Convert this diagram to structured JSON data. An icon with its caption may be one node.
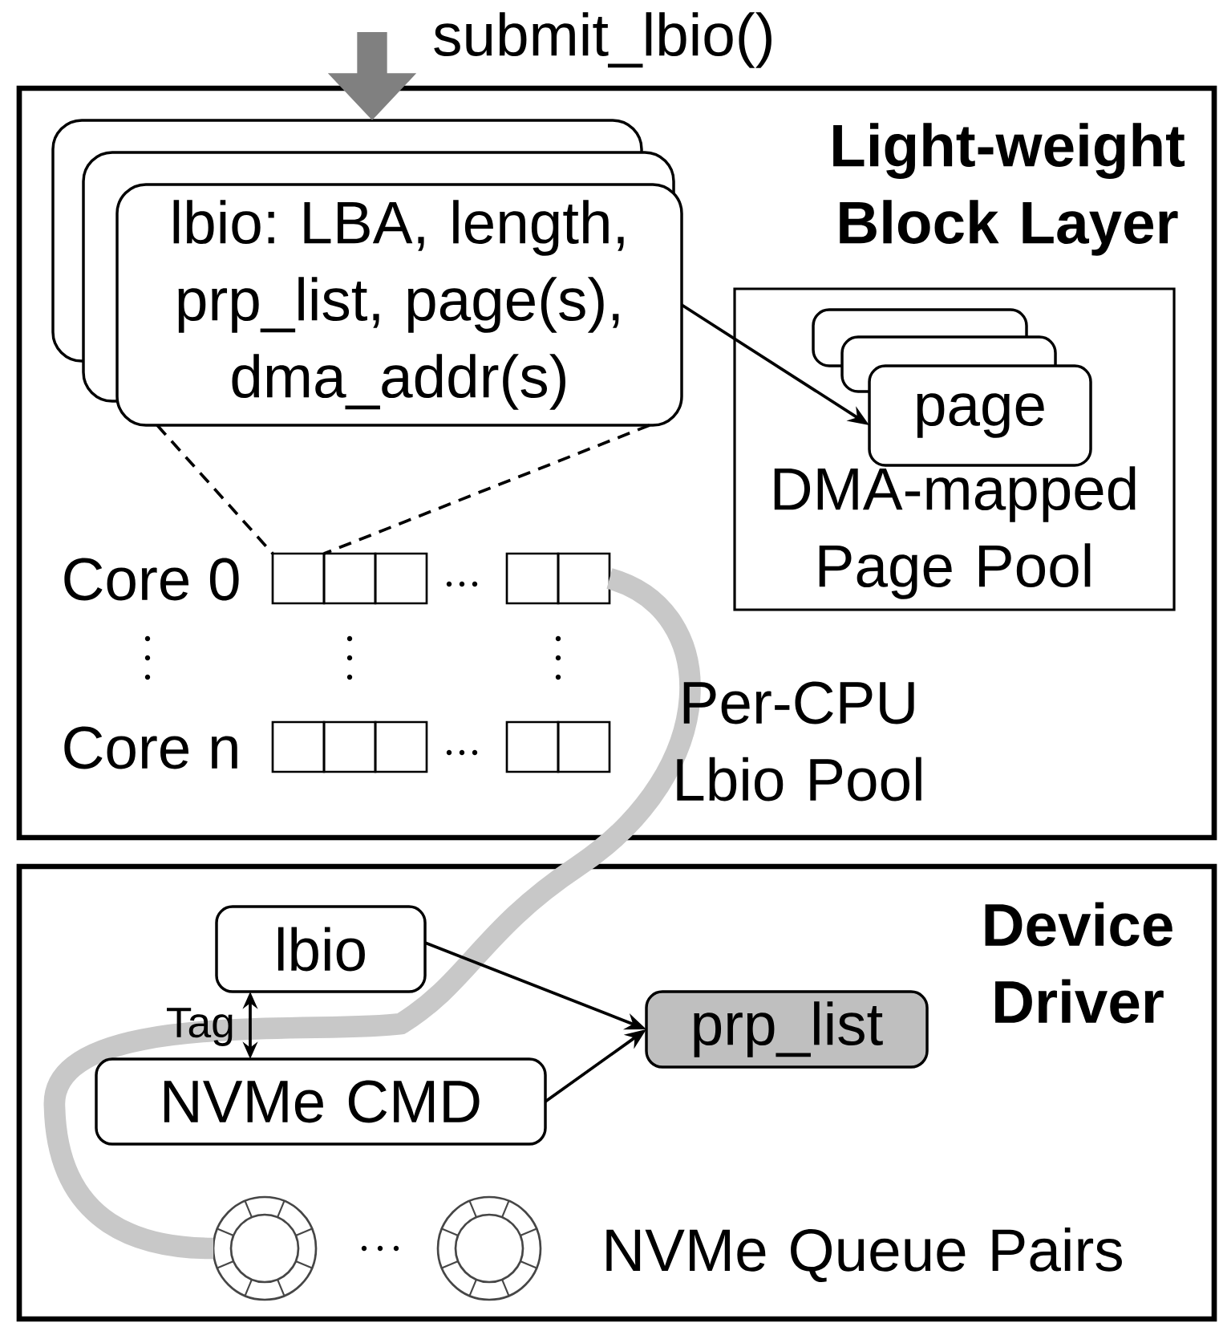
{
  "diagram": {
    "nodes": [
      {
        "text": [
          "Light-weight Block Layer"
        ]
      },
      {
        "text": [],
        "shape": "box",
        "in": 0
      },
      {
        "text": [],
        "shape": "box",
        "in": 0
      },
      {
        "text": [
          "lbio: LBA, length, prp_list, page(s), dma_addr(s)"
        ],
        "in": 0
      },
      {
        "text": [
          "DMA-mapped Page Pool"
        ],
        "in": 0
      },
      {
        "text": [],
        "shape": "box",
        "in": 4
      },
      {
        "text": [],
        "shape": "box",
        "in": 4
      },
      {
        "text": [
          "page"
        ],
        "in": 4
      },
      {
        "text": [],
        "shape": "box",
        "in": 0,
        "beside": [
          "Core 0"
        ]
      },
      {
        "text": [],
        "shape": "box",
        "in": 0,
        "beside": [
          "Core n"
        ]
      },
      {
        "text": [
          "Device Driver"
        ]
      },
      {
        "text": [
          "lbio"
        ],
        "in": 10
      },
      {
        "text": [
          "NVMe CMD"
        ],
        "in": 10
      },
      {
        "text": [
          "prp_list"
        ],
        "in": 10
      },
      {
        "text": [],
        "shape": "circle",
        "in": 10
      },
      {
        "text": [],
        "shape": "circle",
        "in": 10
      }
    ],
    "edges": [
      {
        "from": null,
        "to": 1,
        "arrow": "to",
        "label": "submit_lbio()",
        "style": "thick",
        "color": "#808080"
      },
      {
        "from": 3,
        "to": 7,
        "arrow": "to"
      },
      {
        "from": 3,
        "to": 8,
        "arrow": "none",
        "style": "dashed"
      },
      {
        "from": 3,
        "to": 8,
        "arrow": "none",
        "style": "dashed"
      },
      {
        "from": 8,
        "to": 14,
        "arrow": "none",
        "style": "thick",
        "color": "#c8c8c8"
      },
      {
        "from": 11,
        "to": 12,
        "arrow": "both",
        "label": "Tag"
      },
      {
        "from": 11,
        "to": 13,
        "arrow": "to"
      },
      {
        "from": 12,
        "to": 13,
        "arrow": "to"
      }
    ],
    "labels": [
      "Per-CPU Lbio Pool",
      "NVMe Queue Pairs"
    ]
  }
}
